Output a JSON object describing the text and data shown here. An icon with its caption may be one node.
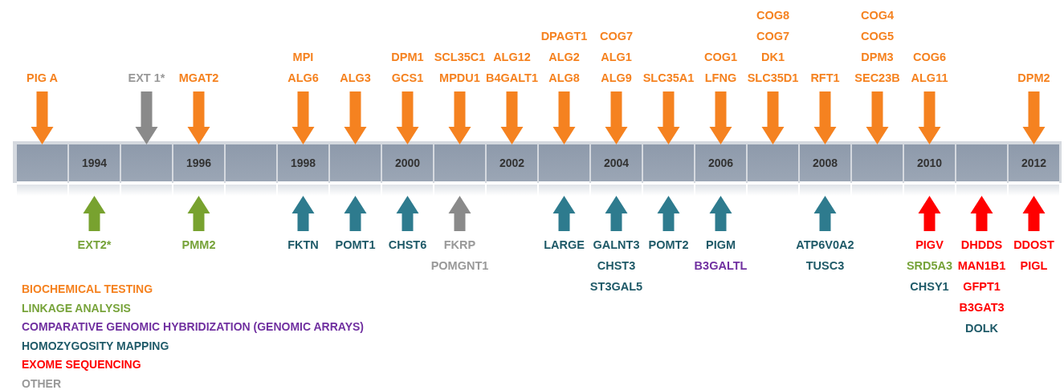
{
  "diagram": {
    "nodes": [
      {
        "text": [
          "PIG A"
        ]
      },
      {
        "text": [
          "EXT 1*"
        ]
      },
      {
        "text": [
          "MGAT2"
        ]
      },
      {
        "text": [
          "MPI",
          "ALG6"
        ]
      },
      {
        "text": [
          "ALG3"
        ]
      },
      {
        "text": [
          "DPM1",
          "GCS1"
        ]
      },
      {
        "text": [
          "SCL35C1",
          "MPDU1"
        ]
      },
      {
        "text": [
          "ALG12",
          "B4GALT1"
        ]
      },
      {
        "text": [
          "DPAGT1",
          "ALG2",
          "ALG8"
        ]
      },
      {
        "text": [
          "COG7",
          "ALG1",
          "ALG9"
        ]
      },
      {
        "text": [
          "SLC35A1"
        ]
      },
      {
        "text": [
          "COG1",
          "LFNG"
        ]
      },
      {
        "text": [
          "COG8",
          "COG7",
          "DK1",
          "SLC35D1"
        ]
      },
      {
        "text": [
          "RFT1"
        ]
      },
      {
        "text": [
          "COG4",
          "COG5",
          "DPM3",
          "SEC23B"
        ]
      },
      {
        "text": [
          "COG6",
          "ALG11"
        ]
      },
      {
        "text": [
          "DPM2"
        ]
      },
      {
        "text": [],
        "shape": "bar"
      },
      {
        "text": [],
        "shape": "box",
        "in": 17
      },
      {
        "text": [
          "1994"
        ],
        "in": 17
      },
      {
        "text": [],
        "shape": "box",
        "in": 17
      },
      {
        "text": [
          "1996"
        ],
        "in": 17
      },
      {
        "text": [],
        "shape": "box",
        "in": 17
      },
      {
        "text": [
          "1998"
        ],
        "in": 17
      },
      {
        "text": [],
        "shape": "box",
        "in": 17
      },
      {
        "text": [
          "2000"
        ],
        "in": 17
      },
      {
        "text": [],
        "shape": "box",
        "in": 17
      },
      {
        "text": [
          "2002"
        ],
        "in": 17
      },
      {
        "text": [],
        "shape": "box",
        "in": 17
      },
      {
        "text": [
          "2004"
        ],
        "in": 17
      },
      {
        "text": [],
        "shape": "box",
        "in": 17
      },
      {
        "text": [
          "2006"
        ],
        "in": 17
      },
      {
        "text": [],
        "shape": "box",
        "in": 17
      },
      {
        "text": [
          "2008"
        ],
        "in": 17
      },
      {
        "text": [],
        "shape": "box",
        "in": 17
      },
      {
        "text": [
          "2010"
        ],
        "in": 17
      },
      {
        "text": [],
        "shape": "box",
        "in": 17
      },
      {
        "text": [
          "2012"
        ],
        "in": 17
      },
      {
        "text": [
          "EXT2*"
        ]
      },
      {
        "text": [
          "PMM2"
        ]
      },
      {
        "text": [
          "FKTN"
        ]
      },
      {
        "text": [
          "POMT1"
        ]
      },
      {
        "text": [
          "CHST6"
        ]
      },
      {
        "text": [
          "FKRP",
          "POMGNT1"
        ]
      },
      {
        "text": [
          "LARGE"
        ]
      },
      {
        "text": [
          "GALNT3",
          "CHST3",
          "ST3GAL5"
        ]
      },
      {
        "text": [
          "POMT2"
        ]
      },
      {
        "text": [
          "PIGM",
          "B3GALTL"
        ]
      },
      {
        "text": [
          "ATP6V0A2",
          "TUSC3"
        ]
      },
      {
        "text": [
          "PIGV",
          "SRD5A3",
          "CHSY1"
        ]
      },
      {
        "text": [
          "DHDDS",
          "MAN1B1",
          "GFPT1",
          "B3GAT3",
          "DOLK"
        ]
      },
      {
        "text": [
          "DDOST",
          "PIGL"
        ]
      }
    ],
    "edges": [
      {
        "from": 0,
        "to": 18,
        "arrow": "to"
      },
      {
        "from": 1,
        "to": 20,
        "arrow": "to",
        "color": "#8a8a8a"
      },
      {
        "from": 2,
        "to": 21,
        "arrow": "to"
      },
      {
        "from": 3,
        "to": 23,
        "arrow": "to"
      },
      {
        "from": 4,
        "to": 24,
        "arrow": "to"
      },
      {
        "from": 5,
        "to": 25,
        "arrow": "to"
      },
      {
        "from": 6,
        "to": 26,
        "arrow": "to"
      },
      {
        "from": 7,
        "to": 27,
        "arrow": "to"
      },
      {
        "from": 8,
        "to": 28,
        "arrow": "to"
      },
      {
        "from": 9,
        "to": 29,
        "arrow": "to"
      },
      {
        "from": 10,
        "to": 30,
        "arrow": "to"
      },
      {
        "from": 11,
        "to": 31,
        "arrow": "to"
      },
      {
        "from": 12,
        "to": 32,
        "arrow": "to"
      },
      {
        "from": 13,
        "to": 33,
        "arrow": "to"
      },
      {
        "from": 14,
        "to": 34,
        "arrow": "to"
      },
      {
        "from": 15,
        "to": 35,
        "arrow": "to"
      },
      {
        "from": 16,
        "to": 37,
        "arrow": "to"
      },
      {
        "from": 38,
        "to": 19,
        "arrow": "to",
        "color": "#78a22f"
      },
      {
        "from": 39,
        "to": 21,
        "arrow": "to",
        "color": "#78a22f"
      },
      {
        "from": 40,
        "to": 23,
        "arrow": "to",
        "color": "#2e7b8e"
      },
      {
        "from": 41,
        "to": 24,
        "arrow": "to",
        "color": "#2e7b8e"
      },
      {
        "from": 42,
        "to": 25,
        "arrow": "to",
        "color": "#2e7b8e"
      },
      {
        "from": 43,
        "to": 26,
        "arrow": "to",
        "color": "#8a8a8a"
      },
      {
        "from": 44,
        "to": 28,
        "arrow": "to",
        "color": "#2e7b8e"
      },
      {
        "from": 45,
        "to": 29,
        "arrow": "to",
        "color": "#2e7b8e"
      },
      {
        "from": 46,
        "to": 30,
        "arrow": "to",
        "color": "#2e7b8e"
      },
      {
        "from": 47,
        "to": 31,
        "arrow": "to",
        "color": "#2e7b8e"
      },
      {
        "from": 48,
        "to": 33,
        "arrow": "to",
        "color": "#2e7b8e"
      },
      {
        "from": 49,
        "to": 35,
        "arrow": "to",
        "color": "#ff0000"
      },
      {
        "from": 50,
        "to": 36,
        "arrow": "to",
        "color": "#ff0000"
      },
      {
        "from": 51,
        "to": 37,
        "arrow": "to",
        "color": "#ff0000"
      }
    ],
    "legend": [
      {
        "text": "BIOCHEMICAL TESTING",
        "color": "#f58220"
      },
      {
        "text": "LINKAGE ANALYSIS",
        "color": "#77a33a"
      },
      {
        "text": "COMPARATIVE GENOMIC HYBRIDIZATION (GENOMIC ARRAYS)",
        "color": "#7030a0"
      },
      {
        "text": "HOMOZYGOSITY MAPPING",
        "color": "#1f5a68"
      },
      {
        "text": "EXOME SEQUENCING",
        "color": "#ff0000"
      },
      {
        "text": "OTHER",
        "color": "#999999"
      }
    ]
  }
}
